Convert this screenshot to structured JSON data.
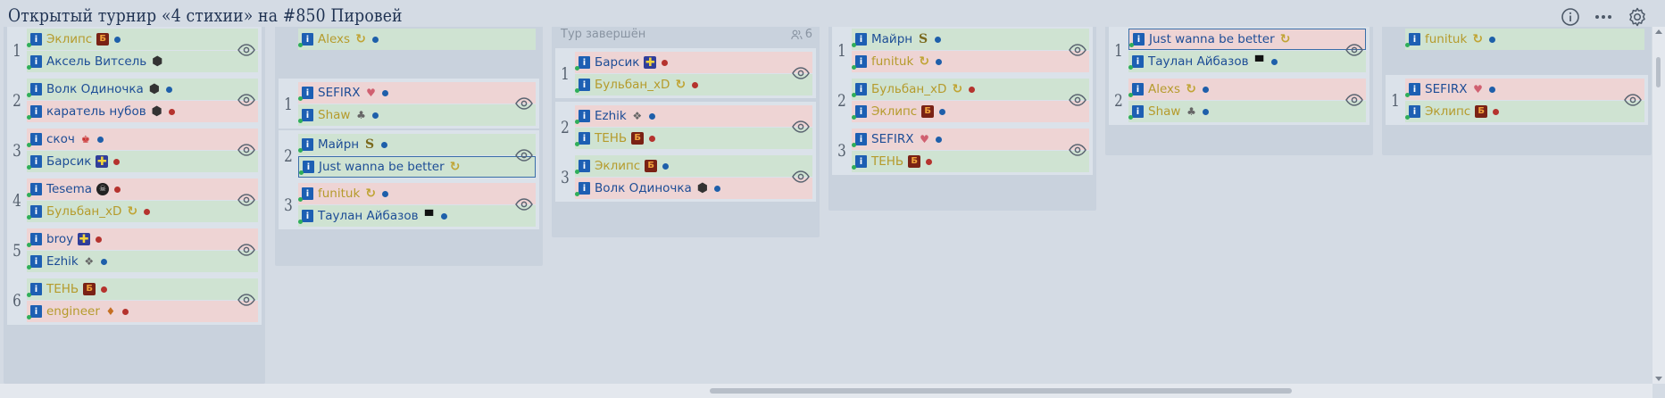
{
  "page": {
    "title": "Открытый турнир «4 стихии» на #850 Пировей"
  },
  "toolbar": {
    "info_icon": "info-circle-icon",
    "more_icon": "more-horizontal-icon",
    "settings_icon": "gear-icon"
  },
  "colors": {
    "background": "#d4dbe4",
    "column": "#c9d2dd",
    "winner_row": "#cfe3d2",
    "loser_row": "#eed4d4",
    "info_badge": "#1d5fb3",
    "player_name": "#1d4d96",
    "player_name_gold": "#b59b2c",
    "status_blue": "#1e5faa",
    "status_red": "#b5332e"
  },
  "rounds": [
    {
      "status": "",
      "count": "",
      "matches": [
        {
          "number": "1",
          "players": [
            {
              "name": "Эклипс",
              "result": "win",
              "gold": true,
              "badge": "Б",
              "badge_class": "b-eklips",
              "dot": "blue",
              "selected": false
            },
            {
              "name": "Аксель Витсель",
              "result": "win",
              "gold": false,
              "badge": "⬢",
              "badge_class": "b-hex",
              "dot": "",
              "selected": false
            }
          ]
        },
        {
          "number": "2",
          "players": [
            {
              "name": "Волк Одиночка",
              "result": "win",
              "gold": false,
              "badge": "⬢",
              "badge_class": "b-hex",
              "dot": "blue",
              "selected": false
            },
            {
              "name": "каратель нубов",
              "result": "lose",
              "gold": false,
              "badge": "⬢",
              "badge_class": "b-hex",
              "dot": "red",
              "selected": false
            }
          ]
        },
        {
          "number": "3",
          "players": [
            {
              "name": "скоч",
              "result": "lose",
              "gold": false,
              "badge": "♚",
              "badge_class": "b-red",
              "dot": "blue",
              "selected": false
            },
            {
              "name": "Барсик",
              "result": "win",
              "gold": false,
              "badge": "✚",
              "badge_class": "b-plus",
              "dot": "red",
              "selected": false
            }
          ]
        },
        {
          "number": "4",
          "players": [
            {
              "name": "Tesema",
              "result": "lose",
              "gold": false,
              "badge": "☠",
              "badge_class": "b-skull",
              "dot": "red",
              "selected": false
            },
            {
              "name": "Бульбан_xD",
              "result": "win",
              "gold": true,
              "badge": "↻",
              "badge_class": "b-swirl",
              "dot": "red",
              "selected": false
            }
          ]
        },
        {
          "number": "5",
          "players": [
            {
              "name": "broy",
              "result": "lose",
              "gold": false,
              "badge": "✚",
              "badge_class": "b-plus",
              "dot": "red",
              "selected": false
            },
            {
              "name": "Ezhik",
              "result": "win",
              "gold": false,
              "badge": "❖",
              "badge_class": "b-dog",
              "dot": "blue",
              "selected": false
            }
          ]
        },
        {
          "number": "6",
          "players": [
            {
              "name": "ТЕНЬ",
              "result": "win",
              "gold": true,
              "badge": "Б",
              "badge_class": "b-eklips",
              "dot": "red",
              "selected": false
            },
            {
              "name": "engineer",
              "result": "lose",
              "gold": true,
              "badge": "♦",
              "badge_class": "b-fox",
              "dot": "red",
              "selected": false
            }
          ]
        }
      ]
    },
    {
      "status": "",
      "count": "",
      "matches": [
        {
          "number": "",
          "players": [
            {
              "name": "Alexs",
              "result": "win",
              "gold": true,
              "badge": "↻",
              "badge_class": "b-swirl",
              "dot": "blue",
              "selected": false
            }
          ]
        },
        {
          "number": "1",
          "players": [
            {
              "name": "SEFIRX",
              "result": "lose",
              "gold": false,
              "badge": "♥",
              "badge_class": "b-pig",
              "dot": "blue",
              "selected": false
            },
            {
              "name": "Shaw",
              "result": "win",
              "gold": true,
              "badge": "♣",
              "badge_class": "b-dog",
              "dot": "blue",
              "selected": false
            }
          ]
        },
        {
          "number": "2",
          "players": [
            {
              "name": "Майрн",
              "result": "win",
              "gold": false,
              "badge": "S",
              "badge_class": "b-s",
              "dot": "blue",
              "selected": false
            },
            {
              "name": "Just wanna be better",
              "result": "win",
              "gold": false,
              "badge": "↻",
              "badge_class": "b-swirl",
              "dot": "",
              "selected": true
            }
          ]
        },
        {
          "number": "3",
          "players": [
            {
              "name": "funituk",
              "result": "lose",
              "gold": true,
              "badge": "↻",
              "badge_class": "b-swirl",
              "dot": "blue",
              "selected": false
            },
            {
              "name": "Таулан Айбазов",
              "result": "win",
              "gold": false,
              "badge": "▀",
              "badge_class": "b-hat",
              "dot": "blue",
              "selected": false
            }
          ]
        }
      ]
    },
    {
      "status": "Тур завершён",
      "count": "6",
      "matches": [
        {
          "number": "1",
          "players": [
            {
              "name": "Барсик",
              "result": "lose",
              "gold": false,
              "badge": "✚",
              "badge_class": "b-plus",
              "dot": "red",
              "selected": false
            },
            {
              "name": "Бульбан_xD",
              "result": "win",
              "gold": true,
              "badge": "↻",
              "badge_class": "b-swirl",
              "dot": "red",
              "selected": false
            }
          ]
        },
        {
          "number": "2",
          "players": [
            {
              "name": "Ezhik",
              "result": "lose",
              "gold": false,
              "badge": "❖",
              "badge_class": "b-dog",
              "dot": "blue",
              "selected": false
            },
            {
              "name": "ТЕНЬ",
              "result": "win",
              "gold": true,
              "badge": "Б",
              "badge_class": "b-eklips",
              "dot": "red",
              "selected": false
            }
          ]
        },
        {
          "number": "3",
          "players": [
            {
              "name": "Эклипс",
              "result": "win",
              "gold": true,
              "badge": "Б",
              "badge_class": "b-eklips",
              "dot": "blue",
              "selected": false
            },
            {
              "name": "Волк Одиночка",
              "result": "lose",
              "gold": false,
              "badge": "⬢",
              "badge_class": "b-hex",
              "dot": "blue",
              "selected": false
            }
          ]
        }
      ]
    },
    {
      "status": "",
      "count": "",
      "matches": [
        {
          "number": "1",
          "players": [
            {
              "name": "Майрн",
              "result": "win",
              "gold": false,
              "badge": "S",
              "badge_class": "b-s",
              "dot": "blue",
              "selected": false
            },
            {
              "name": "funituk",
              "result": "lose",
              "gold": true,
              "badge": "↻",
              "badge_class": "b-swirl",
              "dot": "blue",
              "selected": false
            }
          ]
        },
        {
          "number": "2",
          "players": [
            {
              "name": "Бульбан_xD",
              "result": "win",
              "gold": true,
              "badge": "↻",
              "badge_class": "b-swirl",
              "dot": "red",
              "selected": false
            },
            {
              "name": "Эклипс",
              "result": "lose",
              "gold": true,
              "badge": "Б",
              "badge_class": "b-eklips",
              "dot": "blue",
              "selected": false
            }
          ]
        },
        {
          "number": "3",
          "players": [
            {
              "name": "SEFIRX",
              "result": "lose",
              "gold": false,
              "badge": "♥",
              "badge_class": "b-pig",
              "dot": "blue",
              "selected": false
            },
            {
              "name": "ТЕНЬ",
              "result": "win",
              "gold": true,
              "badge": "Б",
              "badge_class": "b-eklips",
              "dot": "red",
              "selected": false
            }
          ]
        }
      ]
    },
    {
      "status": "",
      "count": "",
      "matches": [
        {
          "number": "1",
          "players": [
            {
              "name": "Just wanna be better",
              "result": "lose",
              "gold": false,
              "badge": "↻",
              "badge_class": "b-swirl",
              "dot": "",
              "selected": true
            },
            {
              "name": "Таулан Айбазов",
              "result": "win",
              "gold": false,
              "badge": "▀",
              "badge_class": "b-hat",
              "dot": "blue",
              "selected": false
            }
          ]
        },
        {
          "number": "2",
          "players": [
            {
              "name": "Alexs",
              "result": "lose",
              "gold": true,
              "badge": "↻",
              "badge_class": "b-swirl",
              "dot": "blue",
              "selected": false
            },
            {
              "name": "Shaw",
              "result": "win",
              "gold": true,
              "badge": "♣",
              "badge_class": "b-dog",
              "dot": "blue",
              "selected": false
            }
          ]
        }
      ]
    },
    {
      "status": "",
      "count": "",
      "matches": [
        {
          "number": "",
          "players": [
            {
              "name": "funituk",
              "result": "win",
              "gold": true,
              "badge": "↻",
              "badge_class": "b-swirl",
              "dot": "blue",
              "selected": false
            }
          ]
        },
        {
          "number": "1",
          "players": [
            {
              "name": "SEFIRX",
              "result": "lose",
              "gold": false,
              "badge": "♥",
              "badge_class": "b-pig",
              "dot": "blue",
              "selected": false
            },
            {
              "name": "Эклипс",
              "result": "win",
              "gold": true,
              "badge": "Б",
              "badge_class": "b-eklips",
              "dot": "red",
              "selected": false
            }
          ]
        }
      ]
    }
  ]
}
